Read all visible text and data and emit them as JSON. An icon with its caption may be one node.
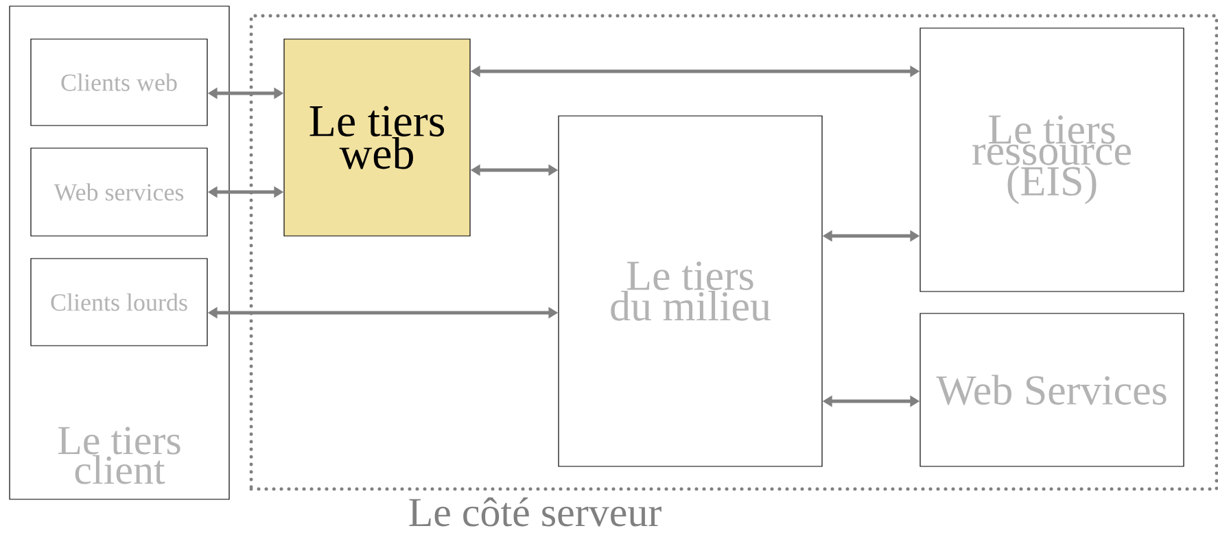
{
  "diagram": {
    "nodes": [
      {
        "text": [
          "Le tiers client"
        ]
      },
      {
        "text": [
          "Clients web"
        ],
        "in": 0
      },
      {
        "text": [
          "Web services"
        ],
        "in": 0
      },
      {
        "text": [
          "Clients lourds"
        ],
        "in": 0
      },
      {
        "text": [
          "Le côté serveur"
        ]
      },
      {
        "text": [
          "Le tiers web"
        ],
        "in": 4
      },
      {
        "text": [
          "Le tiers du milieu"
        ],
        "in": 4
      },
      {
        "text": [
          "Le tiers ressource (EIS)"
        ],
        "in": 4
      },
      {
        "text": [
          "Web Services"
        ],
        "in": 4
      }
    ],
    "edges": [
      {
        "from": 1,
        "to": 5,
        "arrow": "both"
      },
      {
        "from": 2,
        "to": 5,
        "arrow": "both"
      },
      {
        "from": 3,
        "to": 6,
        "arrow": "both"
      },
      {
        "from": 5,
        "to": 7,
        "arrow": "both"
      },
      {
        "from": 5,
        "to": 6,
        "arrow": "both"
      },
      {
        "from": 6,
        "to": 7,
        "arrow": "both"
      },
      {
        "from": 6,
        "to": 8,
        "arrow": "both"
      }
    ]
  }
}
